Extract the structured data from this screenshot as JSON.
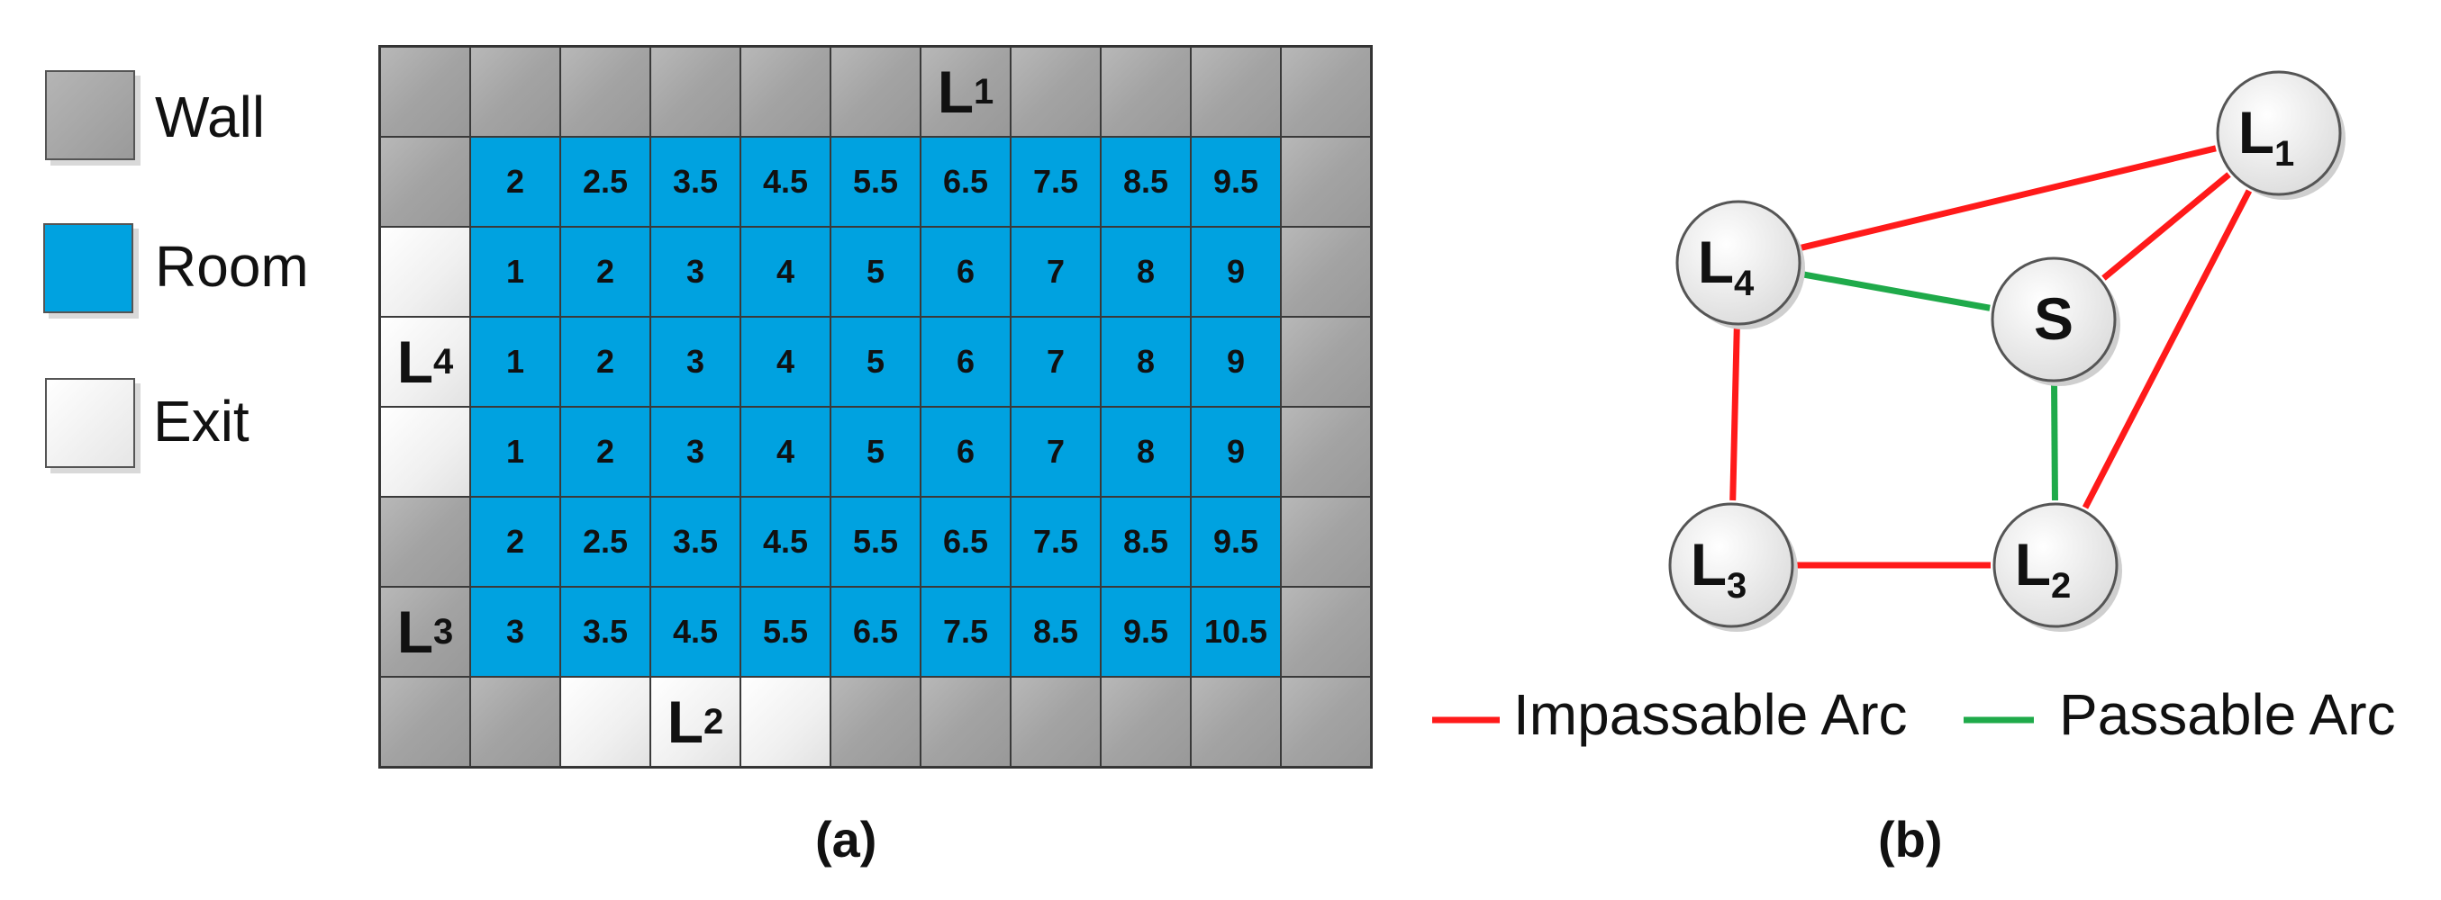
{
  "legend": {
    "items": [
      {
        "label": "Wall",
        "type": "wall"
      },
      {
        "label": "Room",
        "type": "room"
      },
      {
        "label": "Exit",
        "type": "exit"
      }
    ]
  },
  "colors": {
    "wall": "#a6a6a6",
    "room": "#00a2e0",
    "exit": "#f5f5f5",
    "impassable": "#ff1a1a",
    "passable": "#1faa4a",
    "node_fill": "#efefef"
  },
  "grid": {
    "rows": [
      [
        {
          "t": "wall",
          "v": ""
        },
        {
          "t": "wall",
          "v": ""
        },
        {
          "t": "wall",
          "v": ""
        },
        {
          "t": "wall",
          "v": ""
        },
        {
          "t": "wall",
          "v": ""
        },
        {
          "t": "wall",
          "v": ""
        },
        {
          "t": "wall",
          "v": "L",
          "sub": "1"
        },
        {
          "t": "wall",
          "v": ""
        },
        {
          "t": "wall",
          "v": ""
        },
        {
          "t": "wall",
          "v": ""
        },
        {
          "t": "wall",
          "v": ""
        }
      ],
      [
        {
          "t": "wall",
          "v": ""
        },
        {
          "t": "room",
          "v": "2"
        },
        {
          "t": "room",
          "v": "2.5"
        },
        {
          "t": "room",
          "v": "3.5"
        },
        {
          "t": "room",
          "v": "4.5"
        },
        {
          "t": "room",
          "v": "5.5"
        },
        {
          "t": "room",
          "v": "6.5"
        },
        {
          "t": "room",
          "v": "7.5"
        },
        {
          "t": "room",
          "v": "8.5"
        },
        {
          "t": "room",
          "v": "9.5"
        },
        {
          "t": "wall",
          "v": ""
        }
      ],
      [
        {
          "t": "exit",
          "v": ""
        },
        {
          "t": "room",
          "v": "1"
        },
        {
          "t": "room",
          "v": "2"
        },
        {
          "t": "room",
          "v": "3"
        },
        {
          "t": "room",
          "v": "4"
        },
        {
          "t": "room",
          "v": "5"
        },
        {
          "t": "room",
          "v": "6"
        },
        {
          "t": "room",
          "v": "7"
        },
        {
          "t": "room",
          "v": "8"
        },
        {
          "t": "room",
          "v": "9"
        },
        {
          "t": "wall",
          "v": ""
        }
      ],
      [
        {
          "t": "exit",
          "v": "L",
          "sub": "4"
        },
        {
          "t": "room",
          "v": "1"
        },
        {
          "t": "room",
          "v": "2"
        },
        {
          "t": "room",
          "v": "3"
        },
        {
          "t": "room",
          "v": "4"
        },
        {
          "t": "room",
          "v": "5"
        },
        {
          "t": "room",
          "v": "6"
        },
        {
          "t": "room",
          "v": "7"
        },
        {
          "t": "room",
          "v": "8"
        },
        {
          "t": "room",
          "v": "9"
        },
        {
          "t": "wall",
          "v": ""
        }
      ],
      [
        {
          "t": "exit",
          "v": ""
        },
        {
          "t": "room",
          "v": "1"
        },
        {
          "t": "room",
          "v": "2"
        },
        {
          "t": "room",
          "v": "3"
        },
        {
          "t": "room",
          "v": "4"
        },
        {
          "t": "room",
          "v": "5"
        },
        {
          "t": "room",
          "v": "6"
        },
        {
          "t": "room",
          "v": "7"
        },
        {
          "t": "room",
          "v": "8"
        },
        {
          "t": "room",
          "v": "9"
        },
        {
          "t": "wall",
          "v": ""
        }
      ],
      [
        {
          "t": "wall",
          "v": ""
        },
        {
          "t": "room",
          "v": "2"
        },
        {
          "t": "room",
          "v": "2.5"
        },
        {
          "t": "room",
          "v": "3.5"
        },
        {
          "t": "room",
          "v": "4.5"
        },
        {
          "t": "room",
          "v": "5.5"
        },
        {
          "t": "room",
          "v": "6.5"
        },
        {
          "t": "room",
          "v": "7.5"
        },
        {
          "t": "room",
          "v": "8.5"
        },
        {
          "t": "room",
          "v": "9.5"
        },
        {
          "t": "wall",
          "v": ""
        }
      ],
      [
        {
          "t": "wall",
          "v": "L",
          "sub": "3"
        },
        {
          "t": "room",
          "v": "3"
        },
        {
          "t": "room",
          "v": "3.5"
        },
        {
          "t": "room",
          "v": "4.5"
        },
        {
          "t": "room",
          "v": "5.5"
        },
        {
          "t": "room",
          "v": "6.5"
        },
        {
          "t": "room",
          "v": "7.5"
        },
        {
          "t": "room",
          "v": "8.5"
        },
        {
          "t": "room",
          "v": "9.5"
        },
        {
          "t": "room",
          "v": "10.5"
        },
        {
          "t": "wall",
          "v": ""
        }
      ],
      [
        {
          "t": "wall",
          "v": ""
        },
        {
          "t": "wall",
          "v": ""
        },
        {
          "t": "exit",
          "v": ""
        },
        {
          "t": "exit",
          "v": "L",
          "sub": "2"
        },
        {
          "t": "exit",
          "v": ""
        },
        {
          "t": "wall",
          "v": ""
        },
        {
          "t": "wall",
          "v": ""
        },
        {
          "t": "wall",
          "v": ""
        },
        {
          "t": "wall",
          "v": ""
        },
        {
          "t": "wall",
          "v": ""
        },
        {
          "t": "wall",
          "v": ""
        }
      ]
    ]
  },
  "graph": {
    "nodes": [
      {
        "id": "L1",
        "label": "L",
        "sub": "1"
      },
      {
        "id": "L4",
        "label": "L",
        "sub": "4"
      },
      {
        "id": "S",
        "label": "S",
        "sub": ""
      },
      {
        "id": "L3",
        "label": "L",
        "sub": "3"
      },
      {
        "id": "L2",
        "label": "L",
        "sub": "2"
      }
    ],
    "edges": [
      {
        "from": "L4",
        "to": "L1",
        "type": "impassable"
      },
      {
        "from": "S",
        "to": "L1",
        "type": "impassable"
      },
      {
        "from": "L2",
        "to": "L1",
        "type": "impassable"
      },
      {
        "from": "L4",
        "to": "L3",
        "type": "impassable"
      },
      {
        "from": "L3",
        "to": "L2",
        "type": "impassable"
      },
      {
        "from": "L4",
        "to": "S",
        "type": "passable"
      },
      {
        "from": "S",
        "to": "L2",
        "type": "passable"
      }
    ],
    "legend": {
      "impassable_label": "Impassable Arc",
      "passable_label": "Passable Arc"
    }
  },
  "captions": {
    "a": "(a)",
    "b": "(b)"
  }
}
